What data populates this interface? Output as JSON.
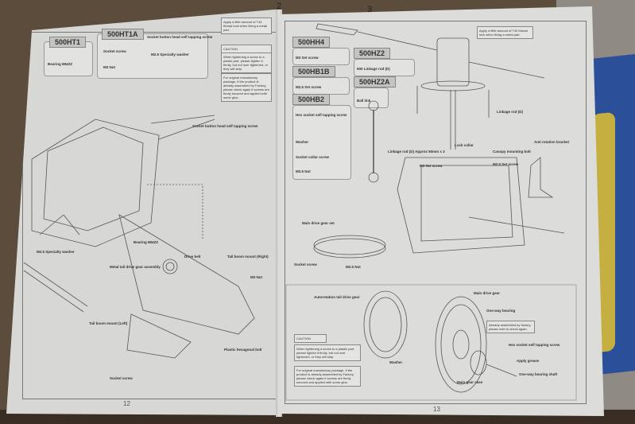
{
  "left_page": {
    "page_number": "12",
    "parts": [
      {
        "code": "500HT1",
        "items": [
          "Bearing 684ZZ"
        ]
      },
      {
        "code": "500HT1A",
        "items": [
          "Socket screw",
          "M3 Nut",
          "Socket button head self tapping screw",
          "M2.5 Specialty washer"
        ]
      }
    ],
    "callout_threadlock": "Apply a little amount of T43 thread lock when fixing a metal part.",
    "caution_label": "CAUTION",
    "caution_text": "When tightening a screw to a plastic part, please tighten it firmly, but not over tightened, or they will strip.",
    "factory_text": "For original manufactory package, if the product is already assembled by Factory, please check again if screws are firmly secured and applied with some glue.",
    "labels": [
      "Socket button head self tapping screw",
      "M2.5 Specialty washer",
      "Bearing 684ZZ",
      "Drive belt",
      "Tail boom mount (Right)",
      "Metal tail drive gear assembly",
      "M3 Nut",
      "Tail boom mount (Left)",
      "Plastic hexagonal bolt",
      "Socket screw"
    ]
  },
  "right_page": {
    "page_number": "13",
    "parts": [
      {
        "code": "500HH4",
        "items": [
          "M3 Set screw"
        ]
      },
      {
        "code": "500HB1B",
        "items": [
          "M2.5 Set screw"
        ]
      },
      {
        "code": "500HB2",
        "items": [
          "Hex socket self tapping screw",
          "Washer",
          "Socket collar screw",
          "M2.5 Nut"
        ]
      },
      {
        "code": "500HZ2",
        "items": [
          "500 Linkage rod (D)"
        ]
      },
      {
        "code": "500HZ2A",
        "items": [
          "Ball link"
        ]
      }
    ],
    "callout_threadlock": "Apply a little amount of T43 thread lock when fixing a metal part.",
    "caution_label": "CAUTION",
    "caution_text": "When tightening a screw to a plastic part, please tighten it firmly, but not over tightened, or they will strip.",
    "factory_text": "For original manufactory package, if the product is already assembled by Factory, please check again if screws are firmly secured and applied with some glue.",
    "factory_check_note": "Already assembled by factory, please note to check again.",
    "labels": [
      "Linkage rod (D)",
      "Linkage rod (D) Approx 50mm x 3",
      "Lock collar",
      "M3 Set screw",
      "Anti rotation bracket",
      "Canopy mounting bolt",
      "M2.5 Set screw",
      "Main drive gear set",
      "Socket screw",
      "M2.5 Nut",
      "Autorotation tail drive gear",
      "Main drive gear",
      "One-way bearing",
      "Hex socket self tapping screw",
      "Washer",
      "Apply grease",
      "One-way bearing shaft",
      "Main gear case"
    ]
  },
  "handwritten_marks": [
    "2",
    "3"
  ]
}
